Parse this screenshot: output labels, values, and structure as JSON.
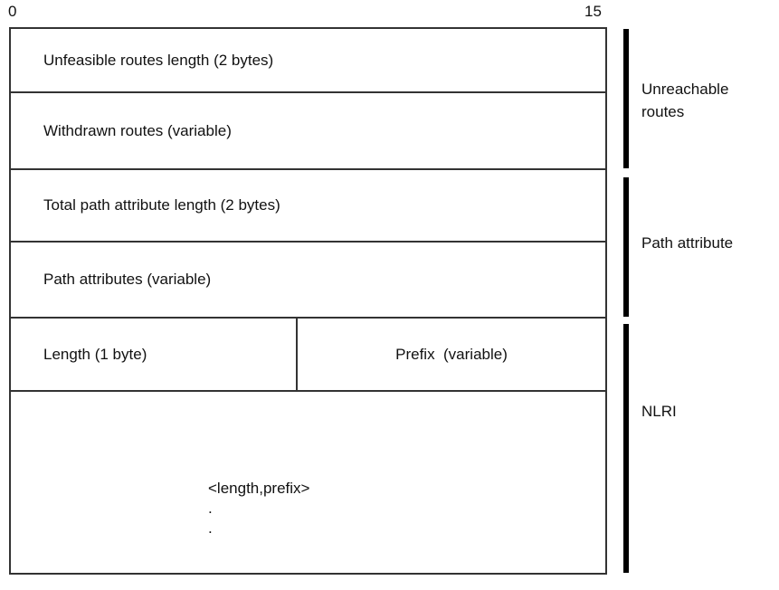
{
  "diagram": {
    "bit_labels": {
      "start": "0",
      "end": "15"
    },
    "rows": [
      {
        "label": "Unfeasible routes length (2 bytes)"
      },
      {
        "label": "Withdrawn routes (variable)"
      },
      {
        "label": "Total path attribute length (2 bytes)"
      },
      {
        "label": "Path attributes (variable)"
      }
    ],
    "split_row": {
      "left_label": "Length (1 byte)",
      "right_label": "Prefix  (variable)"
    },
    "nlri_cell": {
      "label": "<length,prefix>",
      "dot1": ".",
      "dot2": "."
    },
    "groups": [
      {
        "label": "Unreachable routes"
      },
      {
        "label": "Path attribute"
      },
      {
        "label": "NLRI"
      }
    ],
    "colors": {
      "line": "#333333",
      "bar": "#000000",
      "background": "#ffffff",
      "text": "#111111"
    }
  }
}
